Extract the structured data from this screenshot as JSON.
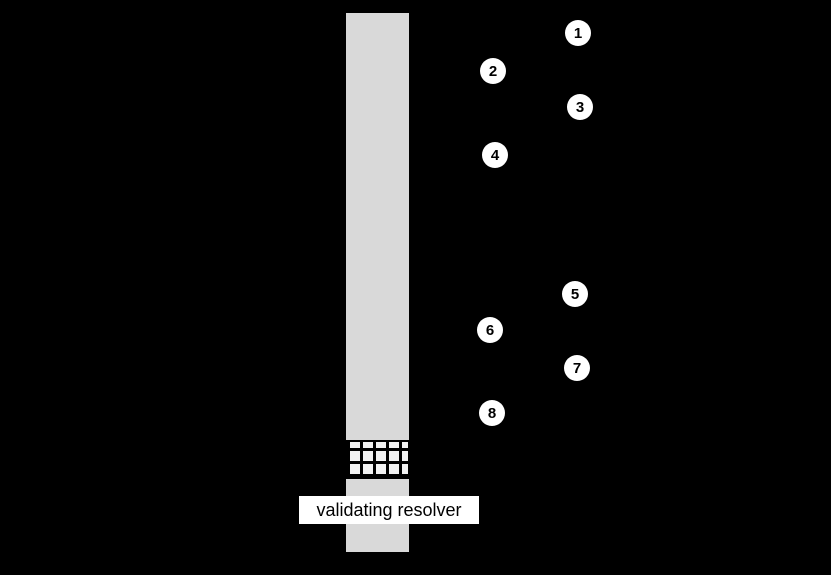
{
  "diagram": {
    "title_label": "validating resolver",
    "colors": {
      "background": "#000000",
      "bar_fill": "#d9d9d9",
      "grid_fill": "#f2f2f2",
      "grid_lines": "#000000",
      "circle_fill": "#ffffff",
      "text": "#000000",
      "label_background": "#ffffff"
    },
    "steps": [
      {
        "n": "1"
      },
      {
        "n": "2"
      },
      {
        "n": "3"
      },
      {
        "n": "4"
      },
      {
        "n": "5"
      },
      {
        "n": "6"
      },
      {
        "n": "7"
      },
      {
        "n": "8"
      }
    ]
  }
}
